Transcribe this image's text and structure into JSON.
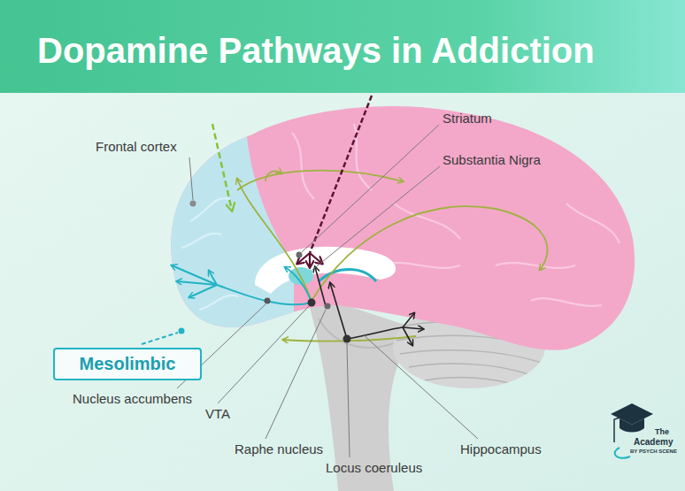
{
  "diagram": {
    "title": "Dopamine Pathways in Addiction",
    "nodes": [
      {
        "text": [
          "Mesolimbic"
        ]
      }
    ],
    "labels": [
      "Striatum",
      "Frontal cortex",
      "Substantia Nigra",
      "Nucleus accumbens",
      "VTA",
      "Raphe nucleus",
      "Hippocampus",
      "Locus coeruleus",
      "The",
      "Academy",
      "BY PSYCH SCENE"
    ]
  }
}
